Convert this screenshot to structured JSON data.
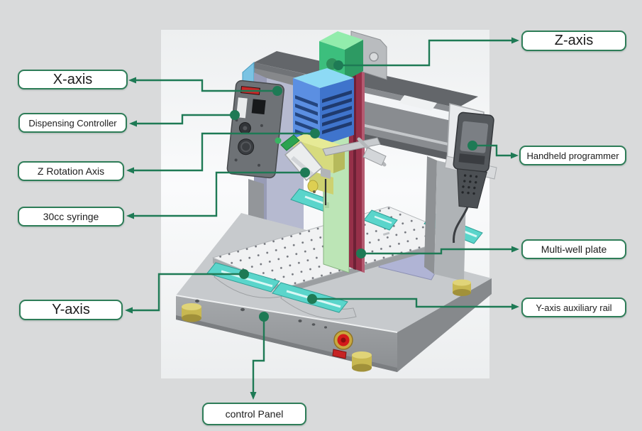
{
  "callouts": {
    "x_axis": "X-axis",
    "dispensing_controller": "Dispensing Controller",
    "z_rotation_axis": "Z Rotation Axis",
    "syringe_30cc": "30cc syringe",
    "y_axis": "Y-axis",
    "z_axis": "Z-axis",
    "handheld_programmer": "Handheld programmer",
    "multi_well_plate": "Multi-well plate",
    "y_axis_auxiliary_rail": "Y-axis auxiliary rail",
    "control_panel": "control Panel"
  },
  "colors": {
    "page_background": "#d9dadb",
    "photo_background": "#f6f7f8",
    "callout_border": "#2e7d58",
    "callout_fill": "#ffffff",
    "callout_text": "#1c1c1c",
    "connector_line": "#1e7a55",
    "z_axis_motor_green": "#3cbf7d",
    "z_slide_crimson": "#963049",
    "z_rotation_blue": "#5b8fe2",
    "bracket_yellow": "#d7db7e",
    "rail_teal": "#5ad5cb",
    "machine_gray": "#9a9da0",
    "column_lavender": "#b6bad0",
    "foot_gold": "#c9b952",
    "estop_red": "#d31a1a"
  },
  "machine": {
    "parts": [
      "x-axis-beam",
      "z-axis-motor",
      "z-slide-rail",
      "z-carriage",
      "z-rotation-axis-unit",
      "syringe-30cc",
      "dispensing-needle",
      "dispensing-controller-panel",
      "handheld-programmer",
      "teach-pendant-cable",
      "left-column",
      "right-column",
      "machine-base",
      "multi-well-plate",
      "y-axis-rail-clamp",
      "y-axis-auxiliary-rail-clamp",
      "rear-auxiliary-rail",
      "emergency-stop-button",
      "power-switch",
      "leveling-foot"
    ]
  }
}
